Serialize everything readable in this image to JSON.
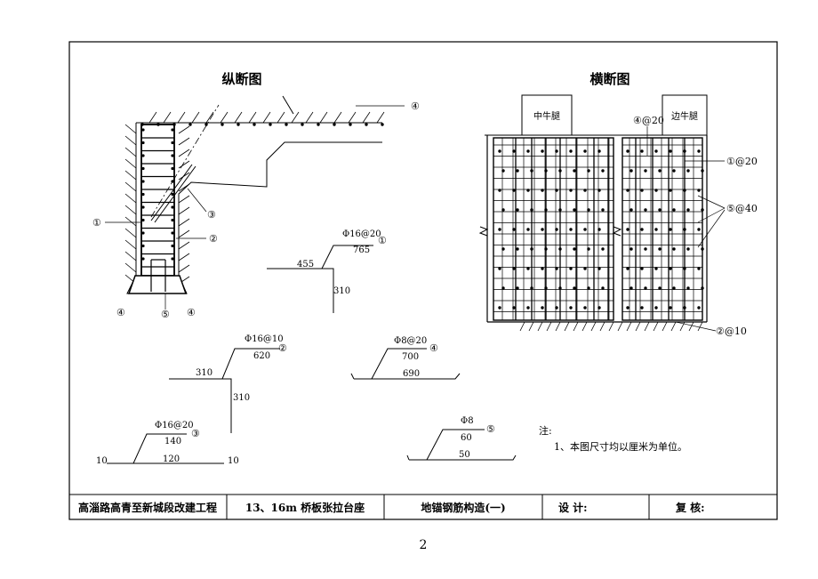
{
  "titles": {
    "longitudinal": "纵断图",
    "transverse": "横断图"
  },
  "longitudinal": {
    "callouts": {
      "c1": "①",
      "c2": "②",
      "c3": "③",
      "c4_top": "④",
      "c4_left": "④",
      "c4_right": "④",
      "c5": "⑤"
    }
  },
  "transverse": {
    "boxes": {
      "middle": "中牛腿",
      "side": "边牛腿"
    },
    "labels": {
      "r4": "④@20",
      "r1": "①@20",
      "r5": "⑤@40",
      "r2": "②@10"
    }
  },
  "bars": {
    "b1": {
      "spec": "Φ16@20",
      "num": "①",
      "l1": "765",
      "l2": "455",
      "l3": "310"
    },
    "b2": {
      "spec": "Φ16@10",
      "num": "②",
      "l1": "620",
      "l2": "310",
      "l3": "310"
    },
    "b3": {
      "spec": "Φ16@20",
      "num": "③",
      "l1": "140",
      "l2": "120",
      "l3": "10",
      "l4": "10"
    },
    "b4": {
      "spec": "Φ8@20",
      "num": "④",
      "l1": "700",
      "l2": "690"
    },
    "b5": {
      "spec": "Φ8",
      "num": "⑤",
      "l1": "60",
      "l2": "50"
    }
  },
  "notes": {
    "heading": "注:",
    "item1": "1、本图尺寸均以厘米为单位。"
  },
  "footer": {
    "project": "高淄路高青至新城段改建工程",
    "structure": "13、16m 桥板张拉台座",
    "drawing": "地锚钢筋构造(一)",
    "design": "设    计:",
    "review": "复    核:"
  },
  "page_number": "2"
}
